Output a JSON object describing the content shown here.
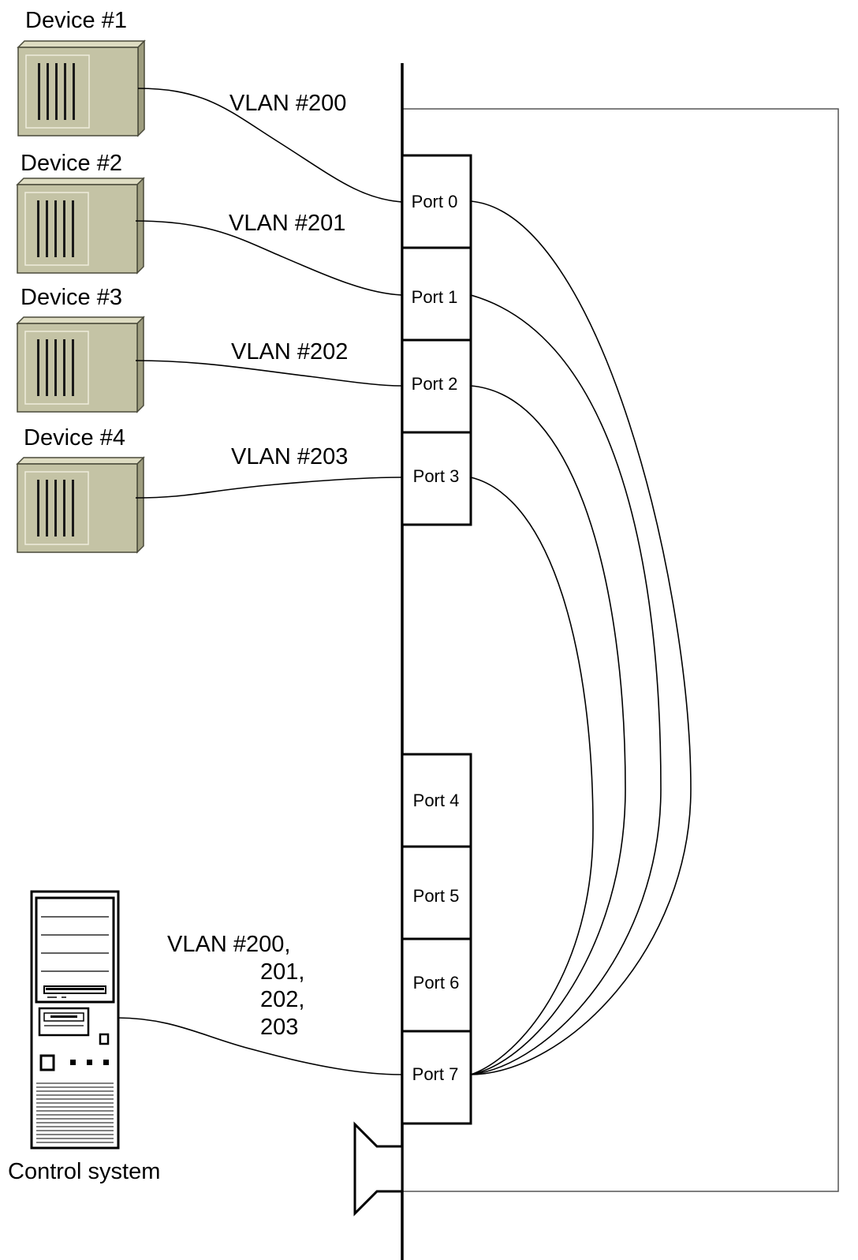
{
  "devices": [
    {
      "label": "Device #1"
    },
    {
      "label": "Device #2"
    },
    {
      "label": "Device #3"
    },
    {
      "label": "Device #4"
    }
  ],
  "vlans": [
    {
      "label": "VLAN #200"
    },
    {
      "label": "VLAN #201"
    },
    {
      "label": "VLAN #202"
    },
    {
      "label": "VLAN #203"
    }
  ],
  "trunk_vlan": {
    "lines": [
      "VLAN #200,",
      "201,",
      "202,",
      "203"
    ]
  },
  "ports": [
    "Port 0",
    "Port 1",
    "Port 2",
    "Port 3",
    "Port 4",
    "Port 5",
    "Port 6",
    "Port 7"
  ],
  "control_system": {
    "label": "Control system"
  },
  "colors": {
    "device_body": "#c4c3a5",
    "device_top": "#dedcc2",
    "device_side": "#9e9d7f",
    "device_outline": "#4a4a3a"
  }
}
